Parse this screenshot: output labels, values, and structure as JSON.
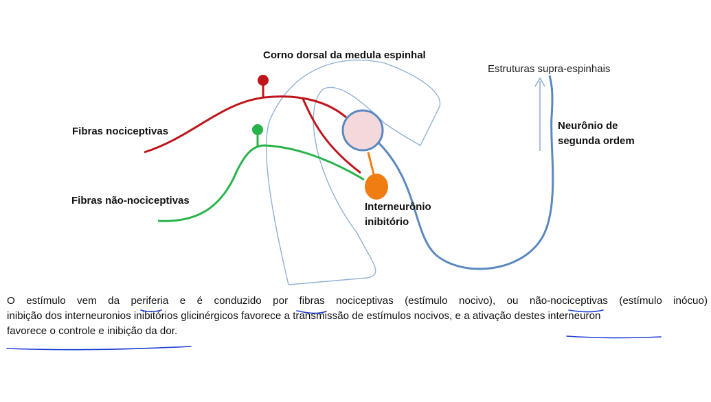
{
  "diagram": {
    "labels": {
      "title": "Corno dorsal da medula espinhal",
      "nociceptive": "Fibras nociceptivas",
      "non_nociceptive": "Fibras não-nociceptivas",
      "interneuron_1": "Interneurônio",
      "interneuron_2": "inibitório",
      "second_order_1": "Neurônio de",
      "second_order_2": "segunda ordem",
      "supra": "Estruturas supra-espinhais"
    },
    "colors": {
      "nociceptive": "#c0141b",
      "non_nociceptive": "#27b34a",
      "interneuron": "#f07d12",
      "second_order_neuron": "#f4d9dc",
      "cord_outline": "#7fa3cc",
      "second_order_fiber": "#5b88bf",
      "annotation_underline": "#1f3fd6"
    }
  },
  "caption": {
    "line1": "O estímulo vem da periferia e é conduzido por fibras nociceptivas (estímulo nocivo), ou não-nociceptivas (estímulo inócuo)",
    "line2": "inibição dos interneuronios inibitórios glicinérgicos favorece a transmissão de estímulos nocivos, e a ativação destes interneuron",
    "line3": "favorece o controle e inibição da dor."
  }
}
